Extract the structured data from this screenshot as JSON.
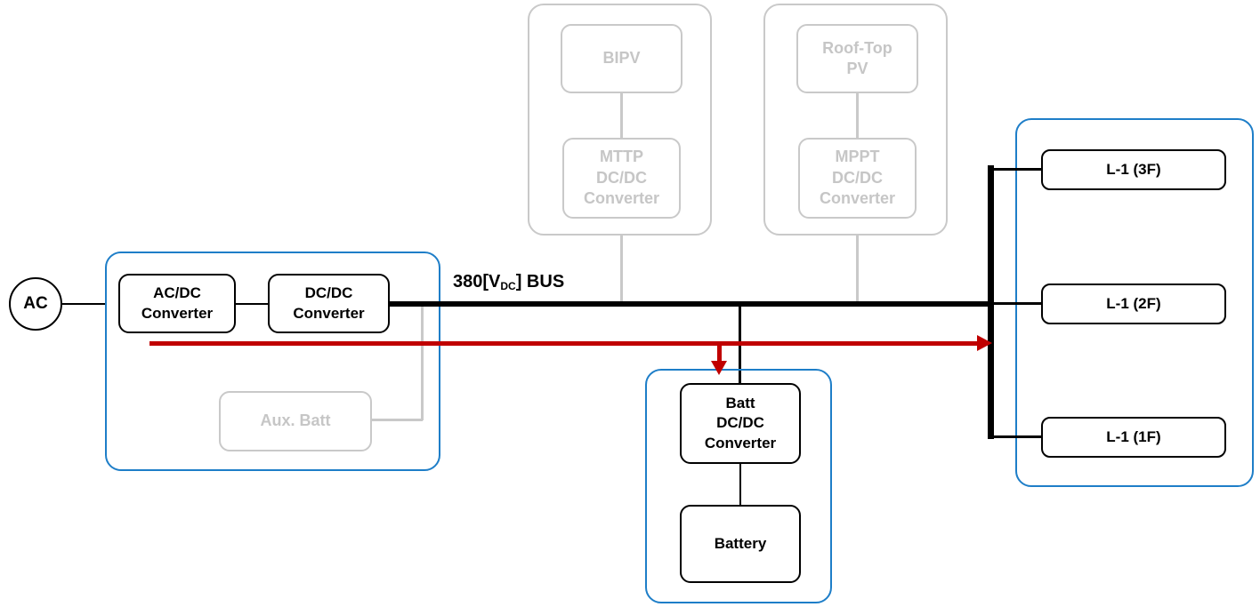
{
  "colors": {
    "accent_blue": "#1e7ec8",
    "arrow_red": "#c00000",
    "disabled_gray": "#c9c9c9",
    "wire_black": "#000000"
  },
  "source": {
    "label": "AC"
  },
  "grid_interface": {
    "acdc_label": "AC/DC\nConverter",
    "dcdc_label": "DC/DC\nConverter",
    "aux_batt_label": "Aux. Batt"
  },
  "bus": {
    "label_prefix": "380[V",
    "label_sub": "DC",
    "label_suffix": "] BUS"
  },
  "pv_bipv": {
    "source_label": "BIPV",
    "converter_label": "MTTP\nDC/DC\nConverter"
  },
  "pv_rooftop": {
    "source_label": "Roof-Top\nPV",
    "converter_label": "MPPT\nDC/DC\nConverter"
  },
  "battery_branch": {
    "converter_label": "Batt\nDC/DC\nConverter",
    "battery_label": "Battery"
  },
  "loads": {
    "items": [
      {
        "label": "L-1 (3F)"
      },
      {
        "label": "L-1 (2F)"
      },
      {
        "label": "L-1 (1F)"
      }
    ]
  }
}
